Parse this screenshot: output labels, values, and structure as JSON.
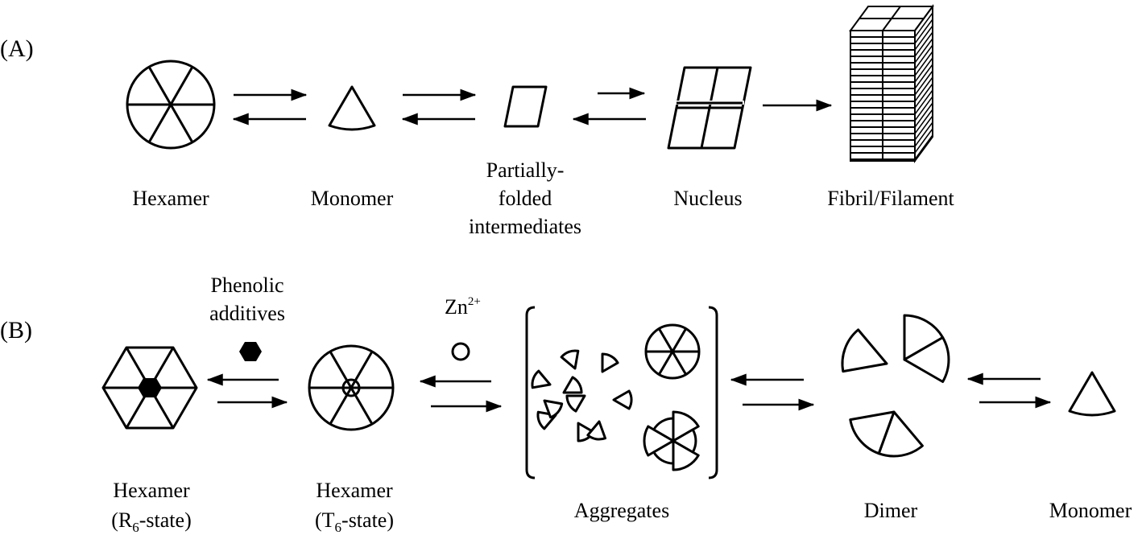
{
  "panel_a": {
    "tag": "(A)",
    "hexamer": "Hexamer",
    "monomer": "Monomer",
    "intermediates": [
      "Partially-",
      "folded",
      "intermediates"
    ],
    "nucleus": "Nucleus",
    "fibril": "Fibril/Filament"
  },
  "panel_b": {
    "tag": "(B)",
    "additive_label": [
      "Phenolic",
      "additives"
    ],
    "zinc_base": "Zn",
    "zinc_charge": "2+",
    "hexamer_r6": {
      "line1": "Hexamer",
      "open": "(R",
      "sub": "6",
      "close": "-state)"
    },
    "hexamer_t6": {
      "line1": "Hexamer",
      "open": "(T",
      "sub": "6",
      "close": "-state)"
    },
    "aggregates": "Aggregates",
    "dimer": "Dimer",
    "monomer": "Monomer"
  }
}
